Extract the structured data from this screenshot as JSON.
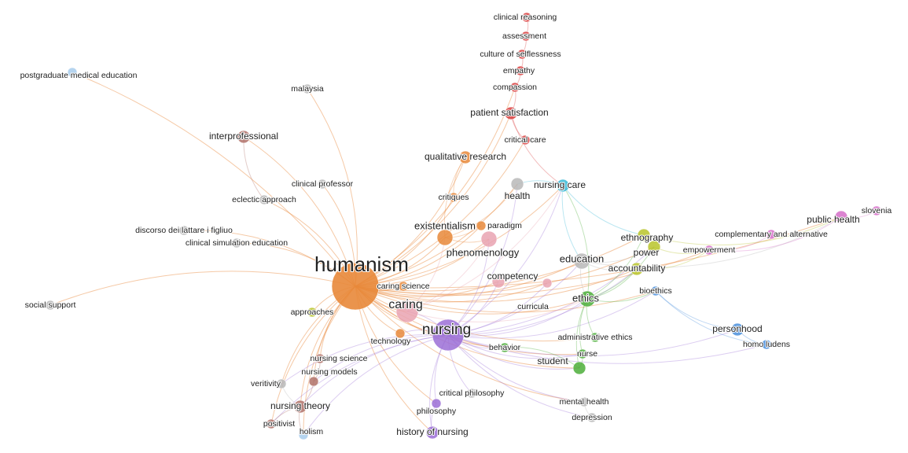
{
  "clusters": {
    "red": "#d9403f",
    "orange": "#e8883a",
    "cyan": "#38b8d6",
    "gray": "#b8b8b8",
    "pink": "#e9a3b2",
    "purple": "#9b6fd6",
    "green": "#4cae3a",
    "yellow": "#b8c42a",
    "blue": "#4a8fdc",
    "magenta": "#d66fc9",
    "lightblue": "#a8cdec",
    "brown": "#b07168",
    "lightgreen": "#8fd67a",
    "lightyellow": "#d9d9a0"
  },
  "nodes": [
    {
      "id": "humanism",
      "label": "humanism",
      "cluster": "orange",
      "weight": 10
    },
    {
      "id": "nursing",
      "label": "nursing",
      "cluster": "purple",
      "weight": 7
    },
    {
      "id": "caring",
      "label": "caring",
      "cluster": "pink",
      "weight": 5
    },
    {
      "id": "existentialism",
      "label": "existentialism",
      "cluster": "orange",
      "weight": 4
    },
    {
      "id": "education",
      "label": "education",
      "cluster": "gray",
      "weight": 4
    },
    {
      "id": "ethics",
      "label": "ethics",
      "cluster": "green",
      "weight": 4
    },
    {
      "id": "phenomenology",
      "label": "phenomenology",
      "cluster": "pink",
      "weight": 4
    },
    {
      "id": "competency",
      "label": "competency",
      "cluster": "pink",
      "weight": 3
    },
    {
      "id": "nursing_care",
      "label": "nursing care",
      "cluster": "cyan",
      "weight": 3
    },
    {
      "id": "health",
      "label": "health",
      "cluster": "gray",
      "weight": 3
    },
    {
      "id": "qualitative_research",
      "label": "qualitative research",
      "cluster": "orange",
      "weight": 3
    },
    {
      "id": "patient_satisfaction",
      "label": "patient satisfaction",
      "cluster": "red",
      "weight": 3
    },
    {
      "id": "clinical_reasoning",
      "label": "clinical reasoning",
      "cluster": "red",
      "weight": 2
    },
    {
      "id": "assessment",
      "label": "assessment",
      "cluster": "red",
      "weight": 2
    },
    {
      "id": "culture_of_selflessness",
      "label": "culture of selflessness",
      "cluster": "red",
      "weight": 2
    },
    {
      "id": "empathy",
      "label": "empathy",
      "cluster": "red",
      "weight": 2
    },
    {
      "id": "compassion",
      "label": "compassion",
      "cluster": "red",
      "weight": 2
    },
    {
      "id": "critical_care",
      "label": "critical care",
      "cluster": "red",
      "weight": 2
    },
    {
      "id": "postgraduate_medical_education",
      "label": "postgraduate medical education",
      "cluster": "lightblue",
      "weight": 2
    },
    {
      "id": "malaysia",
      "label": "malaysia",
      "cluster": "gray",
      "weight": 2
    },
    {
      "id": "interprofessional",
      "label": "interprofessional",
      "cluster": "brown",
      "weight": 3
    },
    {
      "id": "clinical_professor",
      "label": "clinical professor",
      "cluster": "gray",
      "weight": 2
    },
    {
      "id": "eclectic_approach",
      "label": "eclectic approach",
      "cluster": "gray",
      "weight": 2
    },
    {
      "id": "discorso",
      "label": "discorso dei lattare i figliuo",
      "cluster": "gray",
      "weight": 2
    },
    {
      "id": "clinical_simulation_education",
      "label": "clinical simulation education",
      "cluster": "gray",
      "weight": 2
    },
    {
      "id": "social_support",
      "label": "social support",
      "cluster": "gray",
      "weight": 2
    },
    {
      "id": "critiques",
      "label": "critiques",
      "cluster": "orange",
      "weight": 2
    },
    {
      "id": "paradigm",
      "label": "paradigm",
      "cluster": "orange",
      "weight": 2
    },
    {
      "id": "caring_science",
      "label": "caring science",
      "cluster": "orange",
      "weight": 2
    },
    {
      "id": "approaches",
      "label": "approaches",
      "cluster": "yellow",
      "weight": 2
    },
    {
      "id": "technology",
      "label": "technology",
      "cluster": "orange",
      "weight": 2
    },
    {
      "id": "curricula",
      "label": "curricula",
      "cluster": "pink",
      "weight": 2
    },
    {
      "id": "ethnography",
      "label": "ethnography",
      "cluster": "yellow",
      "weight": 3
    },
    {
      "id": "power",
      "label": "power",
      "cluster": "yellow",
      "weight": 3
    },
    {
      "id": "accountability",
      "label": "accountability",
      "cluster": "yellow",
      "weight": 3
    },
    {
      "id": "empowerment",
      "label": "empowerment",
      "cluster": "magenta",
      "weight": 2
    },
    {
      "id": "complementary_and_alternative",
      "label": "complementary and alternative",
      "cluster": "magenta",
      "weight": 2
    },
    {
      "id": "public_health",
      "label": "public health",
      "cluster": "magenta",
      "weight": 3
    },
    {
      "id": "slovenia",
      "label": "slovenia",
      "cluster": "magenta",
      "weight": 2
    },
    {
      "id": "bioethics",
      "label": "bioethics",
      "cluster": "blue",
      "weight": 2
    },
    {
      "id": "personhood",
      "label": "personhood",
      "cluster": "blue",
      "weight": 3
    },
    {
      "id": "homo_ludens",
      "label": "homo ludens",
      "cluster": "blue",
      "weight": 2
    },
    {
      "id": "administrative_ethics",
      "label": "administrative ethics",
      "cluster": "green",
      "weight": 2
    },
    {
      "id": "nurse",
      "label": "nurse",
      "cluster": "green",
      "weight": 2
    },
    {
      "id": "student",
      "label": "student",
      "cluster": "green",
      "weight": 3
    },
    {
      "id": "behavior",
      "label": "behavior",
      "cluster": "green",
      "weight": 2
    },
    {
      "id": "mental_health",
      "label": "mental health",
      "cluster": "gray",
      "weight": 2
    },
    {
      "id": "depression",
      "label": "depression",
      "cluster": "gray",
      "weight": 2
    },
    {
      "id": "critical_philosophy",
      "label": "critical philosophy",
      "cluster": "gray",
      "weight": 2
    },
    {
      "id": "philosophy",
      "label": "philosophy",
      "cluster": "purple",
      "weight": 2
    },
    {
      "id": "history_of_nursing",
      "label": "history of nursing",
      "cluster": "purple",
      "weight": 3
    },
    {
      "id": "nursing_science",
      "label": "nursing science",
      "cluster": "brown",
      "weight": 2
    },
    {
      "id": "nursing_models",
      "label": "nursing models",
      "cluster": "brown",
      "weight": 2
    },
    {
      "id": "veritivity",
      "label": "veritivity",
      "cluster": "gray",
      "weight": 2
    },
    {
      "id": "nursing_theory",
      "label": "nursing theory",
      "cluster": "brown",
      "weight": 3
    },
    {
      "id": "positivist",
      "label": "positivist",
      "cluster": "brown",
      "weight": 2
    },
    {
      "id": "holism",
      "label": "holism",
      "cluster": "lightblue",
      "weight": 2
    }
  ],
  "edges": [
    [
      "humanism",
      "nursing"
    ],
    [
      "humanism",
      "caring"
    ],
    [
      "humanism",
      "existentialism"
    ],
    [
      "humanism",
      "education"
    ],
    [
      "humanism",
      "ethics"
    ],
    [
      "humanism",
      "phenomenology"
    ],
    [
      "humanism",
      "competency"
    ],
    [
      "humanism",
      "nursing_care"
    ],
    [
      "humanism",
      "health"
    ],
    [
      "humanism",
      "qualitative_research"
    ],
    [
      "humanism",
      "patient_satisfaction"
    ],
    [
      "humanism",
      "postgraduate_medical_education"
    ],
    [
      "humanism",
      "malaysia"
    ],
    [
      "humanism",
      "interprofessional"
    ],
    [
      "humanism",
      "clinical_professor"
    ],
    [
      "humanism",
      "eclectic_approach"
    ],
    [
      "humanism",
      "discorso"
    ],
    [
      "humanism",
      "clinical_simulation_education"
    ],
    [
      "humanism",
      "social_support"
    ],
    [
      "humanism",
      "critiques"
    ],
    [
      "humanism",
      "paradigm"
    ],
    [
      "humanism",
      "caring_science"
    ],
    [
      "humanism",
      "approaches"
    ],
    [
      "humanism",
      "technology"
    ],
    [
      "humanism",
      "ethnography"
    ],
    [
      "humanism",
      "power"
    ],
    [
      "humanism",
      "accountability"
    ],
    [
      "humanism",
      "empowerment"
    ],
    [
      "humanism",
      "public_health"
    ],
    [
      "humanism",
      "bioethics"
    ],
    [
      "humanism",
      "student"
    ],
    [
      "humanism",
      "nurse"
    ],
    [
      "humanism",
      "nursing_theory"
    ],
    [
      "humanism",
      "nursing_models"
    ],
    [
      "humanism",
      "nursing_science"
    ],
    [
      "humanism",
      "veritivity"
    ],
    [
      "humanism",
      "holism"
    ],
    [
      "humanism",
      "positivist"
    ],
    [
      "humanism",
      "history_of_nursing"
    ],
    [
      "humanism",
      "philosophy"
    ],
    [
      "humanism",
      "critical_care"
    ],
    [
      "humanism",
      "compassion"
    ],
    [
      "humanism",
      "mental_health"
    ],
    [
      "humanism",
      "curricula"
    ],
    [
      "humanism",
      "behavior"
    ],
    [
      "humanism",
      "administrative_ethics"
    ],
    [
      "nursing",
      "caring"
    ],
    [
      "nursing",
      "ethics"
    ],
    [
      "nursing",
      "education"
    ],
    [
      "nursing",
      "philosophy"
    ],
    [
      "nursing",
      "history_of_nursing"
    ],
    [
      "nursing",
      "critical_philosophy"
    ],
    [
      "nursing",
      "student"
    ],
    [
      "nursing",
      "behavior"
    ],
    [
      "nursing",
      "nurse"
    ],
    [
      "nursing",
      "mental_health"
    ],
    [
      "nursing",
      "depression"
    ],
    [
      "nursing",
      "nursing_theory"
    ],
    [
      "nursing",
      "holism"
    ],
    [
      "nursing",
      "positivist"
    ],
    [
      "nursing",
      "veritivity"
    ],
    [
      "nursing",
      "nursing_models"
    ],
    [
      "nursing",
      "phenomenology"
    ],
    [
      "nursing",
      "competency"
    ],
    [
      "nursing",
      "technology"
    ],
    [
      "nursing",
      "curricula"
    ],
    [
      "nursing",
      "nursing_care"
    ],
    [
      "nursing",
      "accountability"
    ],
    [
      "nursing",
      "power"
    ],
    [
      "nursing",
      "bioethics"
    ],
    [
      "nursing",
      "personhood"
    ],
    [
      "nursing",
      "homo_ludens"
    ],
    [
      "nursing",
      "health"
    ],
    [
      "caring",
      "phenomenology"
    ],
    [
      "caring",
      "existentialism"
    ],
    [
      "caring",
      "nursing_care"
    ],
    [
      "caring",
      "ethics"
    ],
    [
      "existentialism",
      "phenomenology"
    ],
    [
      "existentialism",
      "paradigm"
    ],
    [
      "existentialism",
      "health"
    ],
    [
      "education",
      "ethics"
    ],
    [
      "education",
      "accountability"
    ],
    [
      "education",
      "power"
    ],
    [
      "education",
      "public_health"
    ],
    [
      "ethics",
      "student"
    ],
    [
      "ethics",
      "nurse"
    ],
    [
      "ethics",
      "administrative_ethics"
    ],
    [
      "ethics",
      "bioethics"
    ],
    [
      "ethics",
      "accountability"
    ],
    [
      "ethics",
      "power"
    ],
    [
      "ethics",
      "ethnography"
    ],
    [
      "ethics",
      "nursing_care"
    ],
    [
      "bioethics",
      "personhood"
    ],
    [
      "bioethics",
      "homo_ludens"
    ],
    [
      "personhood",
      "homo_ludens"
    ],
    [
      "empowerment",
      "public_health"
    ],
    [
      "empowerment",
      "complementary_and_alternative"
    ],
    [
      "public_health",
      "slovenia"
    ],
    [
      "ethnography",
      "public_health"
    ],
    [
      "power",
      "empowerment"
    ],
    [
      "accountability",
      "empowerment"
    ],
    [
      "patient_satisfaction",
      "compassion"
    ],
    [
      "compassion",
      "empathy"
    ],
    [
      "empathy",
      "culture_of_selflessness"
    ],
    [
      "culture_of_selflessness",
      "assessment"
    ],
    [
      "assessment",
      "clinical_reasoning"
    ],
    [
      "patient_satisfaction",
      "critical_care"
    ],
    [
      "patient_satisfaction",
      "nursing_care"
    ],
    [
      "qualitative_research",
      "critiques"
    ],
    [
      "qualitative_research",
      "existentialism"
    ],
    [
      "nursing_care",
      "health"
    ],
    [
      "nursing_care",
      "education"
    ],
    [
      "nursing_care",
      "ethnography"
    ],
    [
      "student",
      "nurse"
    ],
    [
      "student",
      "behavior"
    ],
    [
      "mental_health",
      "depression"
    ],
    [
      "philosophy",
      "history_of_nursing"
    ],
    [
      "nursing_theory",
      "holism"
    ],
    [
      "nursing_theory",
      "positivist"
    ],
    [
      "nursing_theory",
      "nursing_models"
    ],
    [
      "nursing_models",
      "nursing_science"
    ],
    [
      "veritivity",
      "nursing_theory"
    ],
    [
      "interprofessional",
      "eclectic_approach"
    ]
  ]
}
